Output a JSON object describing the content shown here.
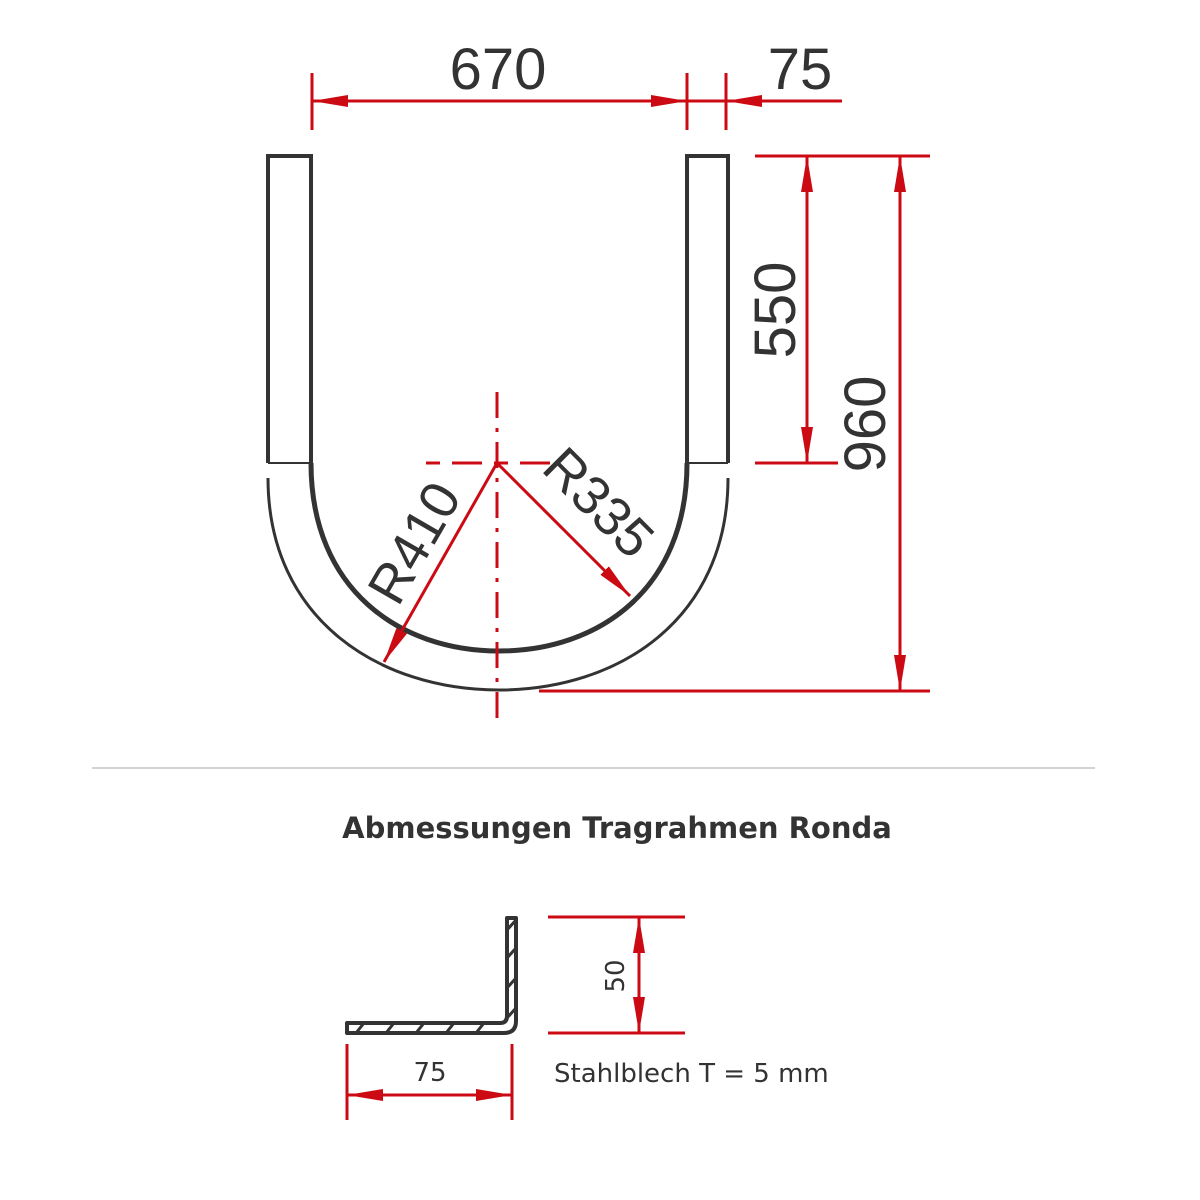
{
  "title": "Abmessungen Tragrahmen Ronda",
  "colors": {
    "dimension": "#cc0a14",
    "outline": "#333333",
    "text": "#333333",
    "divider": "#d6d2cf"
  },
  "frame_view": {
    "dimensions": {
      "inner_width": "670",
      "profile_width": "75",
      "straight_leg_height": "550",
      "total_height": "960",
      "outer_radius": "R410",
      "inner_radius": "R335"
    }
  },
  "profile_section": {
    "dimensions": {
      "flange_width": "75",
      "leg_height": "50"
    },
    "material_note": "Stahlblech T = 5 mm"
  }
}
